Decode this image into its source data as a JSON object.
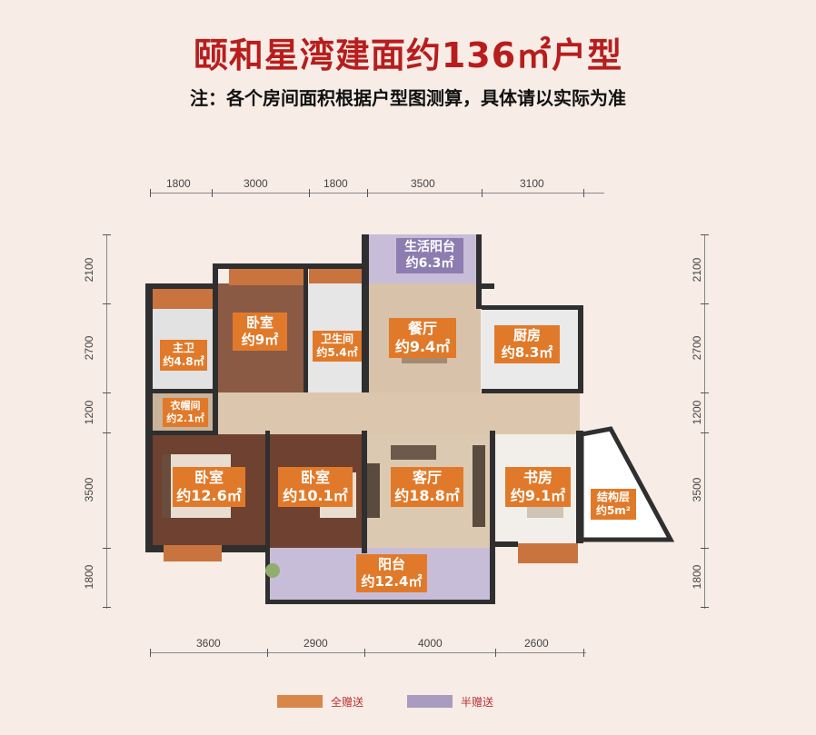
{
  "title": "颐和星湾建面约136㎡户型",
  "note": "注：各个房间面积根据户型图测算，具体请以实际为准",
  "dimensions": {
    "top": [
      "1800",
      "3000",
      "1800",
      "3500",
      "3100"
    ],
    "bottom": [
      "3600",
      "2900",
      "4000",
      "2600"
    ],
    "left": [
      "2100",
      "2700",
      "1200",
      "3500",
      "1800"
    ],
    "right": [
      "2100",
      "2700",
      "1200",
      "3500",
      "1800"
    ]
  },
  "rooms": {
    "balcony_life": {
      "name": "生活阳台",
      "area": "约6.3㎡"
    },
    "bedroom_top": {
      "name": "卧室",
      "area": "约9㎡"
    },
    "master_bath": {
      "name": "主卫",
      "area": "约4.8㎡"
    },
    "bathroom": {
      "name": "卫生间",
      "area": "约5.4㎡"
    },
    "dining": {
      "name": "餐厅",
      "area": "约9.4㎡"
    },
    "kitchen": {
      "name": "厨房",
      "area": "约8.3㎡"
    },
    "closet": {
      "name": "衣帽间",
      "area": "约2.1㎡"
    },
    "bedroom_master": {
      "name": "卧室",
      "area": "约12.6㎡"
    },
    "bedroom_mid": {
      "name": "卧室",
      "area": "约10.1㎡"
    },
    "living": {
      "name": "客厅",
      "area": "约18.8㎡"
    },
    "study": {
      "name": "书房",
      "area": "约9.1㎡"
    },
    "structure": {
      "name": "结构层",
      "area": "约5m²"
    },
    "balcony": {
      "name": "阳台",
      "area": "约12.4㎡"
    }
  },
  "legend": {
    "full": {
      "label": "全赠送",
      "color": "#d9864a"
    },
    "half": {
      "label": "半赠送",
      "color": "#a99cc0"
    }
  }
}
